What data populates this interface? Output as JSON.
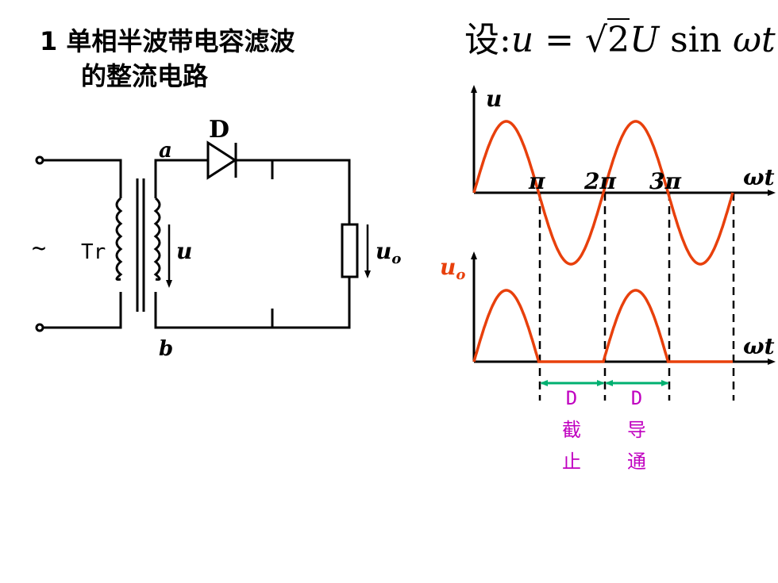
{
  "title": {
    "line1": "1 单相半波带电容滤波",
    "line2": "的整流电路"
  },
  "formula": {
    "prefix": "设:",
    "var_u": "u",
    "equals": " = ",
    "sqrt_arg": "2",
    "var_U": "U",
    "sin": " sin ",
    "arg": "ωt"
  },
  "circuit": {
    "source_symbol": "~",
    "transformer_label": "Tr",
    "diode_label": "D",
    "node_a": "a",
    "node_b": "b",
    "voltage_u": "u",
    "output_u": "u",
    "output_sub": "o"
  },
  "waveform": {
    "top_axis_label": "u",
    "bottom_axis_label": "u",
    "bottom_axis_sub": "o",
    "x_axis_label": "ωt",
    "tick_pi": "π",
    "tick_2pi": "2π",
    "tick_3pi": "3π",
    "state1": {
      "line1": "D",
      "line2": "截",
      "line3": "止"
    },
    "state2": {
      "line1": "D",
      "line2": "导",
      "line3": "通"
    }
  },
  "colors": {
    "wave": "#e8400c",
    "arrow": "#00b070",
    "state_text": "#c000c0",
    "ink": "#000000"
  }
}
